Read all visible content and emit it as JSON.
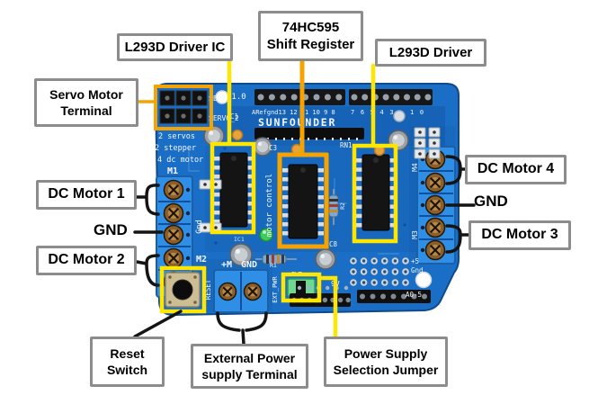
{
  "callout_labels": {
    "servo_terminal": [
      "Servo Motor",
      "Terminal"
    ],
    "l293d_driver_ic": [
      "L293D Driver IC"
    ],
    "shift_register": [
      "74HC595",
      "Shift Register"
    ],
    "l293d_driver": [
      "L293D Driver"
    ],
    "dc_motor_1": [
      "DC Motor 1"
    ],
    "gnd_left": [
      "GND"
    ],
    "dc_motor_2": [
      "DC Motor 2"
    ],
    "reset_switch": [
      "Reset",
      "Switch"
    ],
    "external_power": [
      "External Power",
      "supply Terminal"
    ],
    "power_jumper": [
      "Power Supply",
      "Selection Jumper"
    ],
    "dc_motor_4": [
      "DC Motor 4"
    ],
    "gnd_right": [
      "GND"
    ],
    "dc_motor_3": [
      "DC Motor 3"
    ]
  },
  "board_silkscreen": {
    "ser1": "SER1",
    "servo2": "SERVO_2",
    "version": "v1.0",
    "digital_pins_left": "ARefgnd13 12 11 10 9 8",
    "digital_pins_right": "7 6 5 4 3",
    "digital_pins_right2": "1 0",
    "brand": "SUNFOUNDER",
    "rn1": "RN1",
    "c1": "C1",
    "c3": "C3",
    "c8": "C8",
    "servos": "2 servos",
    "stepper": "2 stepper",
    "dc_motor": "4 dc motor",
    "m1": "M1",
    "m2": "M2",
    "m3": "M3",
    "m4": "M4",
    "gnd_vertical": "Gnd",
    "motor_control": "motor control",
    "plus_m": "+M",
    "gnd": "GND",
    "r1": "R1",
    "r2": "R2",
    "pwr": "PWR",
    "nine_v": "9V",
    "reset": "RESET",
    "ext_pwr": "EXT_PWR",
    "plus5": "+5",
    "gnd_small": "Gnd",
    "a0_5": "A0-5",
    "ic1": "IC1"
  },
  "colors": {
    "pcb_blue": "#1b6ec5",
    "terminal_blue": "#2f8fe6",
    "highlight_yellow": "#ffe600",
    "highlight_orange": "#f4a300",
    "label_border_gray": "#8c8c8c",
    "callout_black": "#141414"
  }
}
